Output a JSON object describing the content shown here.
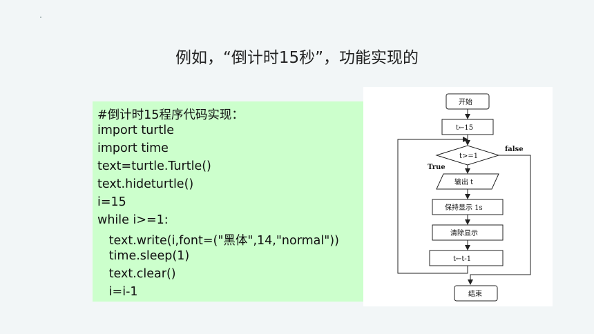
{
  "slide": {
    "title": "例如，“倒计时15秒”，功能实现的"
  },
  "code": {
    "lines": [
      "#倒计时15程序代码实现：",
      "import turtle",
      "import time",
      "text=turtle.Turtle()",
      "text.hideturtle()",
      "i=15",
      "while i>=1:",
      "   text.write(i,font=(\"黑体\",14,\"normal\"))",
      "   time.sleep(1)",
      "   text.clear()",
      "   i=i-1"
    ]
  },
  "flowchart": {
    "start": "开始",
    "init": "t←15",
    "condition": "t>=1",
    "true_label": "True",
    "false_label": "false",
    "output": "输出 t",
    "hold": "保持显示 1s",
    "clear": "清除显示",
    "decrement": "t←t-1",
    "end": "结束"
  }
}
